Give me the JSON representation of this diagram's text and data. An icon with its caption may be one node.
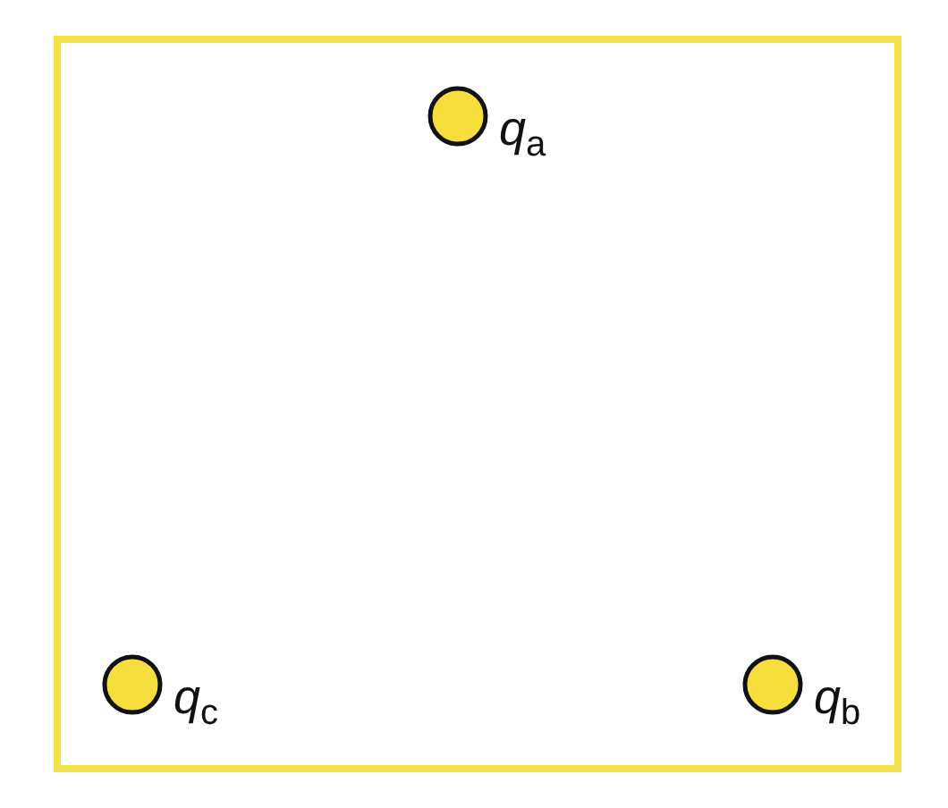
{
  "diagram": {
    "nodes": [
      {
        "text": [],
        "shape": "box"
      },
      {
        "text": [],
        "shape": "circle",
        "in": 0,
        "beside": [
          "*q*$_{a}$"
        ]
      },
      {
        "text": [],
        "shape": "circle",
        "in": 0,
        "beside": [
          "*q*$_{c}$"
        ]
      },
      {
        "text": [],
        "shape": "circle",
        "in": 0,
        "beside": [
          "*q*$_{b}$"
        ]
      }
    ]
  }
}
